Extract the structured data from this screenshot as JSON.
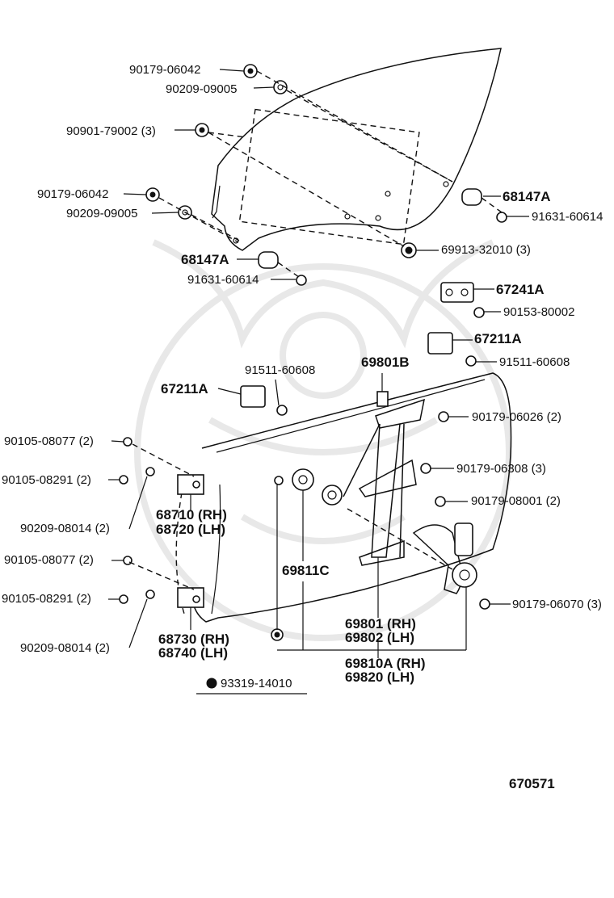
{
  "diagram_id": "670571",
  "callouts": [
    {
      "id": "c1",
      "text": "90179-06042"
    },
    {
      "id": "c2",
      "text": "90209-09005"
    },
    {
      "id": "c3",
      "text": "90901-79002 (3)"
    },
    {
      "id": "c4",
      "text": "90179-06042"
    },
    {
      "id": "c5",
      "text": "90209-09005"
    },
    {
      "id": "c6",
      "text": "68147A"
    },
    {
      "id": "c7",
      "text": "91631-60614"
    },
    {
      "id": "c8",
      "text": "68147A"
    },
    {
      "id": "c9",
      "text": "91631-60614"
    },
    {
      "id": "c10",
      "text": "69913-32010 (3)"
    },
    {
      "id": "c11",
      "text": "67241A"
    },
    {
      "id": "c12",
      "text": "90153-80002"
    },
    {
      "id": "c13",
      "text": "67211A"
    },
    {
      "id": "c14",
      "text": "91511-60608"
    },
    {
      "id": "c15",
      "text": "69801B"
    },
    {
      "id": "c16",
      "text": "91511-60608"
    },
    {
      "id": "c17",
      "text": "67211A"
    },
    {
      "id": "c18",
      "text": "90179-06026 (2)"
    },
    {
      "id": "c19",
      "text": "90105-08077 (2)"
    },
    {
      "id": "c20",
      "text": "90179-06308 (3)"
    },
    {
      "id": "c21",
      "text": "90105-08291 (2)"
    },
    {
      "id": "c22",
      "text": "90179-08001 (2)"
    },
    {
      "id": "c23",
      "text": "68710 (RH)"
    },
    {
      "id": "c24",
      "text": "68720 (LH)"
    },
    {
      "id": "c25",
      "text": "90209-08014 (2)"
    },
    {
      "id": "c26",
      "text": "90105-08077 (2)"
    },
    {
      "id": "c27",
      "text": "69811C"
    },
    {
      "id": "c28",
      "text": "90105-08291 (2)"
    },
    {
      "id": "c29",
      "text": "90179-06070 (3)"
    },
    {
      "id": "c30",
      "text": "68730 (RH)"
    },
    {
      "id": "c31",
      "text": "68740 (LH)"
    },
    {
      "id": "c32",
      "text": "90209-08014 (2)"
    },
    {
      "id": "c33",
      "text": "69801 (RH)"
    },
    {
      "id": "c34",
      "text": "69802 (LH)"
    },
    {
      "id": "c35",
      "text": "69810A (RH)"
    },
    {
      "id": "c36",
      "text": "69820  (LH)"
    },
    {
      "id": "c37",
      "text": "93319-14010"
    }
  ]
}
